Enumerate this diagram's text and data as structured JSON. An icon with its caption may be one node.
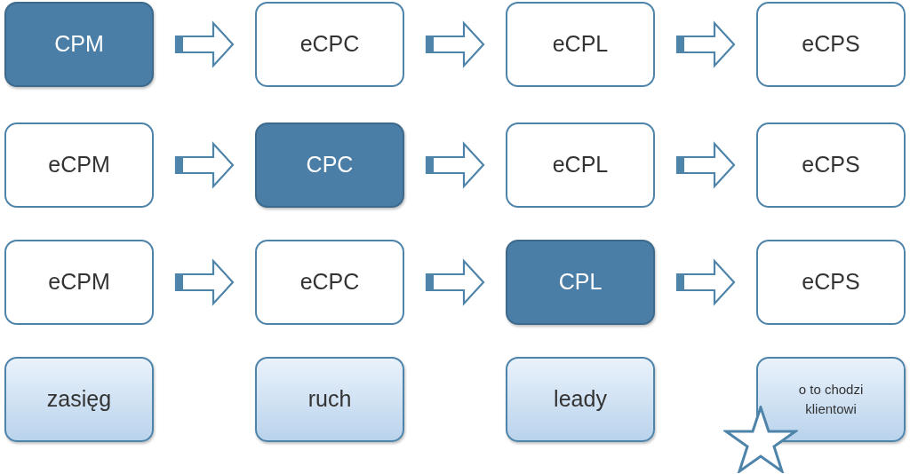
{
  "diagram": {
    "nodes": [
      {
        "text": [
          "CPM"
        ]
      },
      {
        "text": [
          "eCPC"
        ]
      },
      {
        "text": [
          "eCPL"
        ]
      },
      {
        "text": [
          "eCPS"
        ]
      },
      {
        "text": [
          "eCPM"
        ]
      },
      {
        "text": [
          "CPC"
        ]
      },
      {
        "text": [
          "eCPL"
        ]
      },
      {
        "text": [
          "eCPS"
        ]
      },
      {
        "text": [
          "eCPM"
        ]
      },
      {
        "text": [
          "eCPC"
        ]
      },
      {
        "text": [
          "CPL"
        ]
      },
      {
        "text": [
          "eCPS"
        ]
      },
      {
        "text": [
          "zasięg"
        ]
      },
      {
        "text": [
          "ruch"
        ]
      },
      {
        "text": [
          "leady"
        ]
      },
      {
        "text": [
          "o to chodzi klientowi"
        ]
      }
    ],
    "edges": [
      {
        "from": 0,
        "to": 1,
        "arrow": "to"
      },
      {
        "from": 1,
        "to": 2,
        "arrow": "to"
      },
      {
        "from": 2,
        "to": 3,
        "arrow": "to"
      },
      {
        "from": 4,
        "to": 5,
        "arrow": "to"
      },
      {
        "from": 5,
        "to": 6,
        "arrow": "to"
      },
      {
        "from": 6,
        "to": 7,
        "arrow": "to"
      },
      {
        "from": 8,
        "to": 9,
        "arrow": "to"
      },
      {
        "from": 9,
        "to": 10,
        "arrow": "to"
      },
      {
        "from": 10,
        "to": 11,
        "arrow": "to"
      }
    ]
  }
}
